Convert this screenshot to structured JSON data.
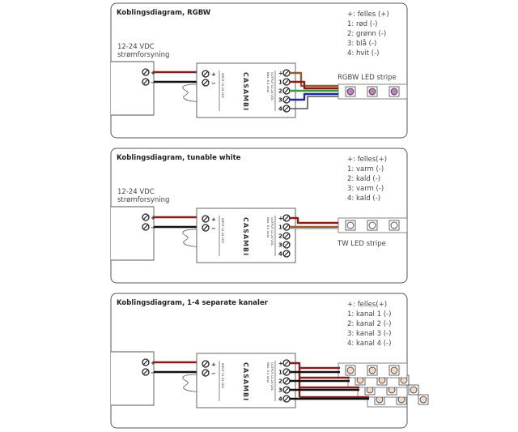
{
  "colors": {
    "red_wire": "#8b1a1a",
    "black_wire": "#111111",
    "green_wire": "#3a9a3a",
    "blue_wire": "#1a2a9a",
    "brown_wire": "#9a5a2a",
    "white_wire": "#dddddd",
    "border": "#555555"
  },
  "controller": {
    "brand": "CASAMBI",
    "input_label": "INPUT 12-24 VDC",
    "output_label": "OUTPUT 12-24 VDC",
    "output_max": "Max. 6 A total",
    "input_terminals": [
      "+",
      "−"
    ],
    "output_terminals": [
      "+",
      "1",
      "2",
      "3",
      "4"
    ]
  },
  "psu_terminals": [
    "+",
    "−"
  ],
  "panels": [
    {
      "title": "Koblingsdiagram, RGBW",
      "psu_label": [
        "12-24 VDC",
        "strømforsyning"
      ],
      "legend": [
        "+: felles (+)",
        "1:  rød (-)",
        "2: grønn (-)",
        "3: blå (-)",
        "4: hvit (-)"
      ],
      "strip_label": "RGBW LED stripe",
      "type": "rgbw"
    },
    {
      "title": "Koblingsdiagram, tunable white",
      "psu_label": [
        "12-24 VDC",
        "strømforsyning"
      ],
      "legend": [
        "+: felles(+)",
        "1:  varm (-)",
        "2: kald (-)",
        "3: varm (-)",
        "4: kald (-)"
      ],
      "strip_label": "TW LED stripe",
      "type": "tw"
    },
    {
      "title": "Koblingsdiagram, 1-4 separate kanaler",
      "psu_label": [],
      "legend": [
        "+: felles(+)",
        "1:  kanal 1 (-)",
        "2: kanal 2 (-)",
        "3: kanal 3 (-)",
        "4: kanal 4 (-)"
      ],
      "strip_label": "",
      "type": "multi"
    }
  ]
}
